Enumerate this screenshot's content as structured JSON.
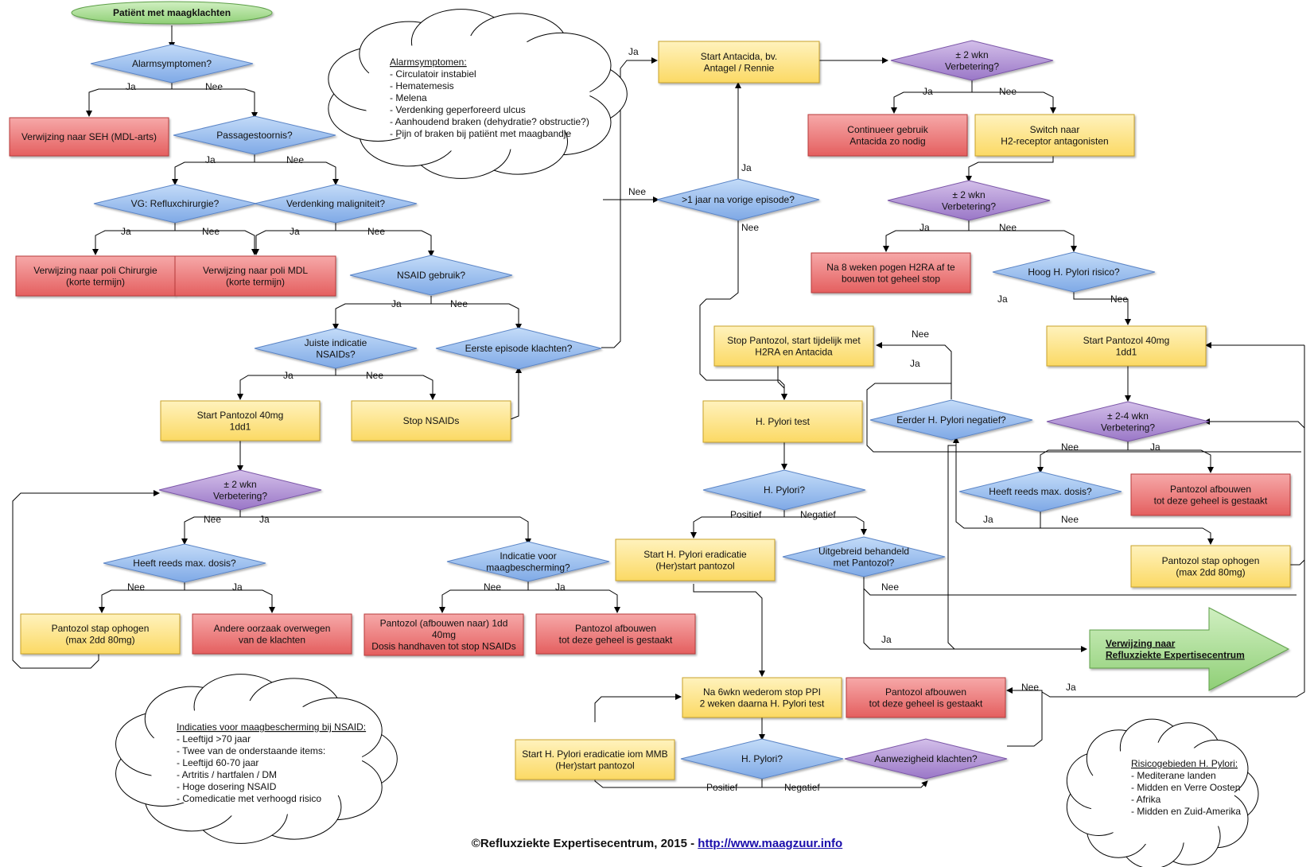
{
  "nodes": {
    "start": "Patiënt met maagklachten",
    "alarm_q": "Alarmsymptomen?",
    "seh": "Verwijzing naar SEH (MDL-arts)",
    "passage_q": "Passagestoornis?",
    "vg_q": "VG: Refluxchirurgie?",
    "malign_q": "Verdenking maligniteit?",
    "poli_chir": [
      "Verwijzing naar poli Chirurgie",
      "(korte termijn)"
    ],
    "poli_mdl": [
      "Verwijzing naar poli MDL",
      "(korte termijn)"
    ],
    "nsaid_q": "NSAID gebruik?",
    "juiste_q": [
      "Juiste indicatie",
      "NSAIDs?"
    ],
    "eerste_q": "Eerste episode klachten?",
    "start_panto1": [
      "Start Pantozol 40mg",
      "1dd1"
    ],
    "stop_nsaids": "Stop NSAIDs",
    "verb2_left": [
      "± 2 wkn",
      "Verbetering?"
    ],
    "maxdosis_left": "Heeft reeds max. dosis?",
    "indicatie_q": [
      "Indicatie voor",
      "maagbescherming?"
    ],
    "panto_ophogen_left": [
      "Pantozol stap ophogen",
      "(max 2dd 80mg)"
    ],
    "andere_oorzaak": [
      "Andere oorzaak overwegen",
      "van de klachten"
    ],
    "panto_handhaven": [
      "Pantozol (afbouwen naar) 1dd",
      "40mg",
      "Dosis handhaven tot stop NSAIDs"
    ],
    "panto_afbouwen_mid": [
      "Pantozol afbouwen",
      "tot deze geheel is gestaakt"
    ],
    "antacida": [
      "Start Antacida, bv.",
      "Antagel / Rennie"
    ],
    "verb_antacida": [
      "± 2 wkn",
      "Verbetering?"
    ],
    "continueer": [
      "Continueer gebruik",
      "Antacida zo nodig"
    ],
    "switch_h2": [
      "Switch naar",
      "H2-receptor antagonisten"
    ],
    "verb_h2": [
      "± 2 wkn",
      "Verbetering?"
    ],
    "na8weken": [
      "Na 8 weken pogen H2RA af te",
      "bouwen tot geheel stop"
    ],
    "hoog_hp_q": "Hoog H. Pylori risico?",
    "jaar_q": ">1 jaar na vorige episode?",
    "stop_panto_h2": [
      "Stop Pantozol, start tijdelijk met",
      "H2RA en Antacida"
    ],
    "hp_test": "H. Pylori test",
    "eerder_hp_q": "Eerder H. Pylori negatief?",
    "start_panto_right": [
      "Start Pantozol 40mg",
      "1dd1"
    ],
    "verb24": [
      "± 2-4 wkn",
      "Verbetering?"
    ],
    "maxdosis_right": "Heeft reeds max. dosis?",
    "panto_afbouwen_right": [
      "Pantozol afbouwen",
      "tot deze geheel is gestaakt"
    ],
    "panto_ophogen_right": [
      "Pantozol stap ophogen",
      "(max 2dd 80mg)"
    ],
    "hp_q1": "H. Pylori?",
    "start_erad1": [
      "Start H. Pylori eradicatie",
      "(Her)start pantozol"
    ],
    "uitgebreid_q": [
      "Uitgebreid behandeld",
      "met Pantozol?"
    ],
    "verwijzing_rec": [
      "Verwijzing naar",
      "Refluxziekte Expertisecentrum"
    ],
    "na6wkn": [
      "Na 6wkn wederom stop PPI",
      "2 weken daarna H. Pylori test"
    ],
    "panto_afbouwen_bottom": [
      "Pantozol afbouwen",
      "tot deze geheel is gestaakt"
    ],
    "start_erad_mmb": [
      "Start H. Pylori eradicatie iom MMB",
      "(Her)start pantozol"
    ],
    "hp_q2": "H. Pylori?",
    "aanwezig_q": "Aanwezigheid klachten?"
  },
  "edge_labels": {
    "ja": "Ja",
    "nee": "Nee",
    "positief": "Positief",
    "negatief": "Negatief"
  },
  "notes": {
    "alarm": {
      "title": "Alarmsymptomen:",
      "items": [
        "- Circulatoir instabiel",
        "- Hematemesis",
        "- Melena",
        "- Verdenking geperforeerd ulcus",
        "- Aanhoudend braken (dehydratie? obstructie?)",
        "- Pijn of braken bij patiënt met maagbandje"
      ]
    },
    "nsaid": {
      "title": "Indicaties voor maagbescherming bij NSAID:",
      "items": [
        "- Leeftijd >70 jaar",
        "- Twee van de onderstaande items:",
        " - Leeftijd 60-70 jaar",
        " - Artritis / hartfalen / DM",
        " - Hoge dosering NSAID",
        " - Comedicatie met verhoogd risico"
      ]
    },
    "risico": {
      "title": "Risicogebieden H. Pylori:",
      "items": [
        "- Mediterane landen",
        "- Midden en Verre Oosten",
        "- Afrika",
        "- Midden en Zuid-Amerika"
      ]
    }
  },
  "footer": {
    "text": "©Refluxziekte Expertisecentrum, 2015 - ",
    "link": "http://www.maagzuur.info"
  },
  "colors": {
    "yellow": "#fde9a0",
    "red": "#f08c8c",
    "blue": "#9dc0ef",
    "purple": "#b79ad6",
    "green": "#a9dc95"
  }
}
